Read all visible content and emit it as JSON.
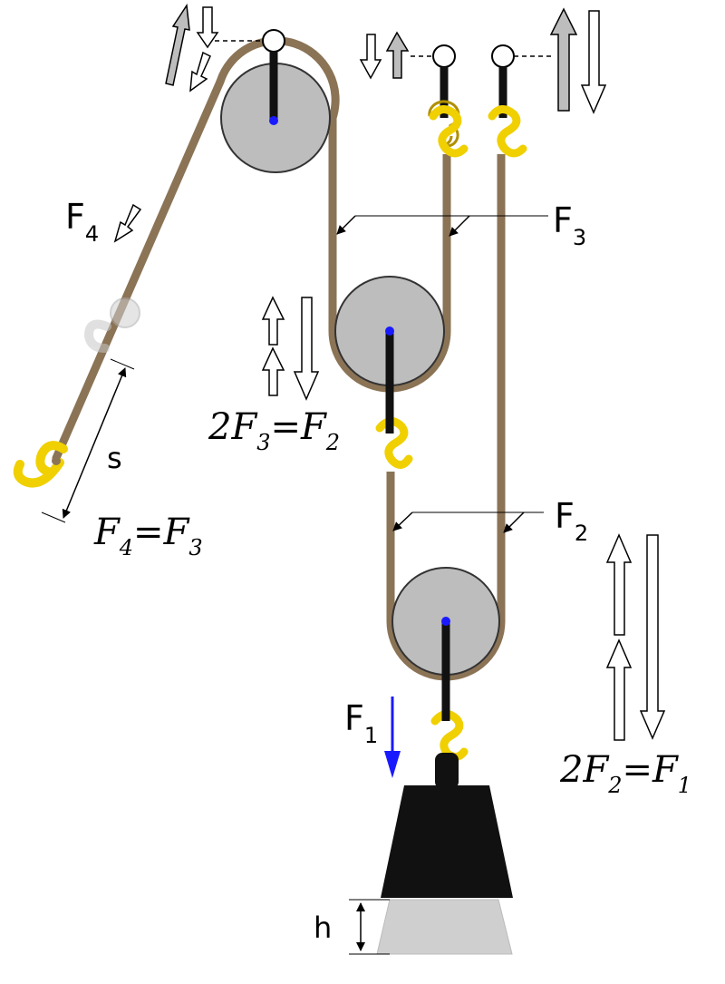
{
  "labels": {
    "f4": {
      "base": "F",
      "sub": "4"
    },
    "f3": {
      "base": "F",
      "sub": "3"
    },
    "f2": {
      "base": "F",
      "sub": "2"
    },
    "f1": {
      "base": "F",
      "sub": "1"
    },
    "s": "s",
    "h": "h"
  },
  "equations": {
    "eq_f4_f3": {
      "lhs": "F",
      "lhs_sub": "4",
      "op": "=",
      "rhs": "F",
      "rhs_sub": "3"
    },
    "eq_2f3_f2": {
      "coef": "2",
      "lhs": "F",
      "lhs_sub": "3",
      "op": "=",
      "rhs": "F",
      "rhs_sub": "2"
    },
    "eq_2f2_f1": {
      "coef": "2",
      "lhs": "F",
      "lhs_sub": "2",
      "op": "=",
      "rhs": "F",
      "rhs_sub": "1"
    }
  },
  "colors": {
    "rope": "#8b7355",
    "pulley_fill": "#bdbdbd",
    "pulley_stroke": "#333333",
    "hook": "#f0d000",
    "hook_stroke": "#b09000",
    "axle": "#1a1aff",
    "weight": "#111111",
    "weight_ghost": "#cfcfcf",
    "force_arrow": "#1a1aff",
    "arrow_gray": "#bdbdbd"
  }
}
